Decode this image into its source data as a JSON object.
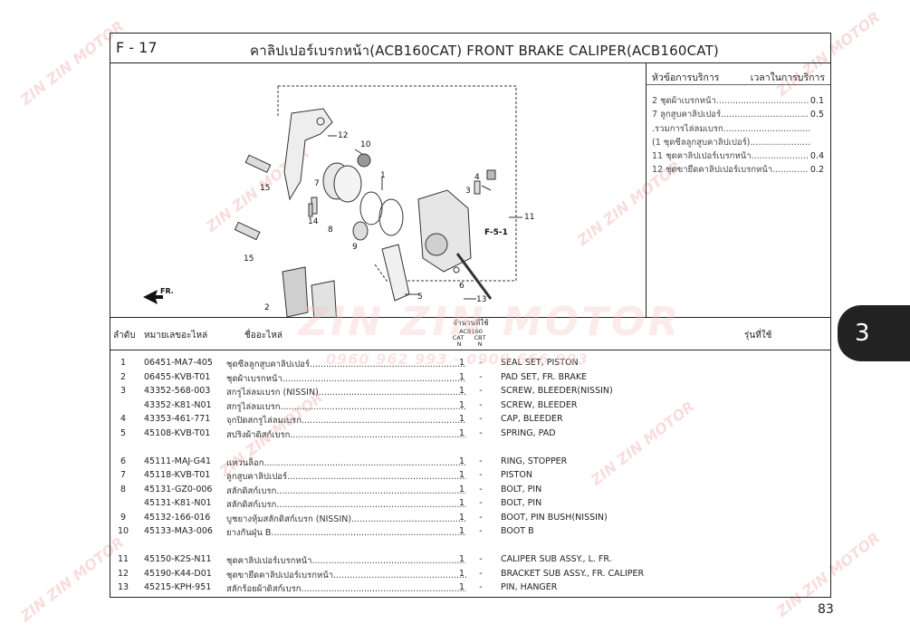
{
  "header": {
    "page_code": "F - 17",
    "title": "คาลิปเปอร์เบรกหน้า(ACB160CAT)  FRONT BRAKE CALIPER(ACB160CAT)"
  },
  "illustration": {
    "labels": [
      "12",
      "10",
      "1",
      "15",
      "7",
      "4",
      "3",
      "14",
      "8",
      "9",
      "11",
      "F-5-1",
      "15",
      "6",
      "2",
      "5",
      "13",
      "FR."
    ]
  },
  "service": {
    "header_left": "หัวข้อการบริการ",
    "header_right": "เวลาในการบริการ",
    "lines": [
      {
        "text": "2 ชุดผ้าเบรกหน้า",
        "value": "0.1"
      },
      {
        "text": "7 ลูกสูบคาลิปเปอร์",
        "value": "0.5"
      },
      {
        "text": "   .รวมการไล่ลมเบรก",
        "value": ""
      },
      {
        "text": "   (1 ชุดซีลลูกสูบคาลิปเปอร์)",
        "value": ""
      },
      {
        "text": "11 ชุดคาลิปเปอร์เบรกหน้า",
        "value": "0.4"
      },
      {
        "text": "12 ชุดขายึดคาลิปเปอร์เบรกหน้า",
        "value": "0.2"
      }
    ]
  },
  "table_header": {
    "no": "ลำดับ",
    "part_no": "หมายเลขอะไหล่",
    "name_th": "ชื่ออะไหล่",
    "qty": "จำนวนที่ใช้",
    "model": "ACB160",
    "cat": "CAT",
    "cbt": "CBT",
    "n1": "N",
    "n2": "N",
    "applicable": "รุ่นที่ใช้"
  },
  "rows": [
    {
      "no": "1",
      "part": "06451-MA7-405",
      "th": "ชุดซีลลูกสูบคาลิปเปอร์",
      "q1": "1",
      "q2": "-",
      "en": "SEAL SET, PISTON"
    },
    {
      "no": "2",
      "part": "06455-KVB-T01",
      "th": "ชุดผ้าเบรกหน้า",
      "q1": "1",
      "q2": "-",
      "en": "PAD SET, FR. BRAKE"
    },
    {
      "no": "3",
      "part": "43352-568-003",
      "th": "สกรูไล่ลมเบรก (NISSIN)",
      "q1": "1",
      "q2": "-",
      "en": "SCREW, BLEEDER(NISSIN)"
    },
    {
      "no": "",
      "part": "43352-K81-N01",
      "th": "สกรูไล่ลมเบรก",
      "q1": "1",
      "q2": "-",
      "en": "SCREW, BLEEDER"
    },
    {
      "no": "4",
      "part": "43353-461-771",
      "th": "จุกปิดสกรูไล่ลมเบรก",
      "q1": "1",
      "q2": "-",
      "en": "CAP, BLEEDER"
    },
    {
      "no": "5",
      "part": "45108-KVB-T01",
      "th": "สปริงผ้าดิสก์เบรก",
      "q1": "1",
      "q2": "-",
      "en": "SPRING, PAD"
    },
    {
      "no": "6",
      "part": "45111-MAJ-G41",
      "th": "แหวนล็อก",
      "q1": "1",
      "q2": "-",
      "en": "RING, STOPPER"
    },
    {
      "no": "7",
      "part": "45118-KVB-T01",
      "th": "ลูกสูบคาลิปเปอร์",
      "q1": "1",
      "q2": "-",
      "en": "PISTON"
    },
    {
      "no": "8",
      "part": "45131-GZ0-006",
      "th": "สลักดิสก์เบรก",
      "q1": "1",
      "q2": "-",
      "en": "BOLT, PIN"
    },
    {
      "no": "",
      "part": "45131-K81-N01",
      "th": "สลักดิสก์เบรก",
      "q1": "1",
      "q2": "-",
      "en": "BOLT, PIN"
    },
    {
      "no": "9",
      "part": "45132-166-016",
      "th": "บูชยางหุ้มสลักดิสก์เบรก (NISSIN)",
      "q1": "1",
      "q2": "-",
      "en": "BOOT, PIN BUSH(NISSIN)"
    },
    {
      "no": "10",
      "part": "45133-MA3-006",
      "th": "ยางกันฝุ่น B",
      "q1": "1",
      "q2": "-",
      "en": "BOOT B"
    },
    {
      "no": "11",
      "part": "45150-K2S-N11",
      "th": "ชุดคาลิปเปอร์เบรกหน้า",
      "q1": "1",
      "q2": "-",
      "en": "CALIPER SUB ASSY., L. FR."
    },
    {
      "no": "12",
      "part": "45190-K44-D01",
      "th": "ชุดขายึดคาลิปเปอร์เบรกหน้า",
      "q1": "1",
      "q2": "-",
      "en": "BRACKET SUB ASSY., FR. CALIPER"
    },
    {
      "no": "13",
      "part": "45215-KPH-951",
      "th": "สลักร้อยผ้าดิสก์เบรก",
      "q1": "1",
      "q2": "-",
      "en": "PIN, HANGER"
    }
  ],
  "side_tab": "3",
  "page_number": "83",
  "watermark": {
    "brand": "ZIN ZIN MOTOR",
    "phone": "0960 962 993 - 0909 666 993"
  }
}
